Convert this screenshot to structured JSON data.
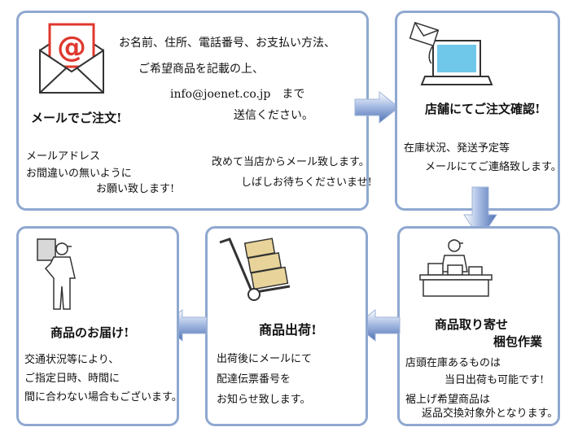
{
  "step1": {
    "title": "メールでご注文!",
    "instruction_lines": [
      "お名前、住所、電話番号、お支払い方法、",
      "ご希望商品を記載の上、",
      "info@joenet.co.jp　まで",
      "送信ください。"
    ],
    "note_left": [
      "メールアドレス",
      "お間違いの無いように",
      "お願い致します!"
    ],
    "note_right": [
      "改めて当店からメール致します。",
      "しばしお待ちくださいませ!"
    ],
    "icon": "email-envelope-icon"
  },
  "step2": {
    "title": "店舗にてご注文確認!",
    "lines": [
      "在庫状況、発送予定等",
      "メールにてご連絡致します。"
    ],
    "icon": "laptop-mail-icon"
  },
  "step3": {
    "title_lines": [
      "商品取り寄せ",
      "梱包作業"
    ],
    "note1": [
      "店頭在庫あるものは",
      "当日出荷も可能です!"
    ],
    "note2": [
      "裾上げ希望商品は",
      "返品交換対象外となります。"
    ],
    "icon": "packing-worker-icon"
  },
  "step4": {
    "title": "商品出荷!",
    "lines": [
      "出荷後にメールにて",
      "配達伝票番号を",
      "お知らせ致します。"
    ],
    "icon": "hand-truck-icon"
  },
  "step5": {
    "title": "商品のお届け!",
    "lines": [
      "交通状況等により、",
      "ご指定日時、時間に",
      "間に合わない場合もございます。"
    ],
    "icon": "delivery-person-icon"
  },
  "colors": {
    "border": "#8fa8d0",
    "arrow": "#6f8fc6",
    "mail_red": "#e0382e",
    "box_tan": "#e8d49a"
  }
}
